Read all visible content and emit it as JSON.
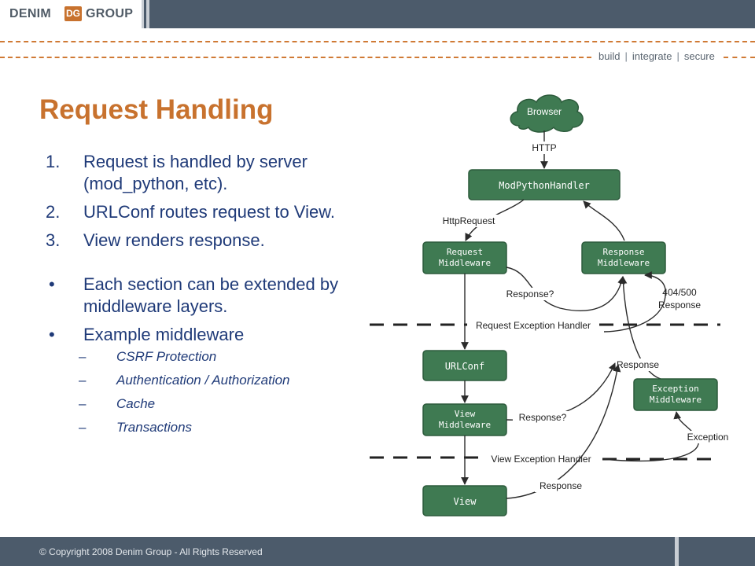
{
  "header": {
    "logo_left": "DENIM",
    "logo_mark": "DG",
    "logo_right": "GROUP",
    "tagline": [
      "build",
      "integrate",
      "secure"
    ]
  },
  "slide": {
    "title": "Request Handling",
    "steps": [
      {
        "num": "1.",
        "text": "Request is handled by server (mod_python, etc)."
      },
      {
        "num": "2.",
        "text": "URLConf routes request to View."
      },
      {
        "num": "3.",
        "text": "View renders response."
      }
    ],
    "bullets": [
      {
        "mark": "•",
        "text": "Each section can be extended by middleware layers."
      },
      {
        "mark": "•",
        "text": "Example middleware"
      }
    ],
    "sub_items": [
      {
        "mark": "–",
        "text": "CSRF Protection"
      },
      {
        "mark": "–",
        "text": "Authentication / Authorization"
      },
      {
        "mark": "–",
        "text": "Cache"
      },
      {
        "mark": "–",
        "text": "Transactions"
      }
    ]
  },
  "diagram": {
    "browser": "Browser",
    "http_label": "HTTP",
    "handler": "ModPythonHandler",
    "httprequest_label": "HttpRequest",
    "request_mw": [
      "Request",
      "Middleware"
    ],
    "response_mw": [
      "Response",
      "Middleware"
    ],
    "response_q1": "Response?",
    "code_label": [
      "404/500",
      "Response"
    ],
    "request_exc_handler": "Request Exception Handler",
    "urlconf": "URLConf",
    "response_label1": "Response",
    "exception_mw": [
      "Exception",
      "Middleware"
    ],
    "view_mw": [
      "View",
      "Middleware"
    ],
    "response_q2": "Response?",
    "exception_label": "Exception",
    "view_exc_handler": "View Exception Handler",
    "view": "View",
    "response_label2": "Response",
    "colors": {
      "node_fill": "#3f7a52",
      "node_stroke": "#2d5b3c",
      "arrow": "#2b2b2b",
      "dash": "#222222"
    }
  },
  "footer": {
    "copyright": "© Copyright 2008 Denim Group - All Rights Reserved"
  },
  "colors": {
    "accent": "#c8722e",
    "body_text": "#1f3a78",
    "bar": "#4c5b6b"
  }
}
